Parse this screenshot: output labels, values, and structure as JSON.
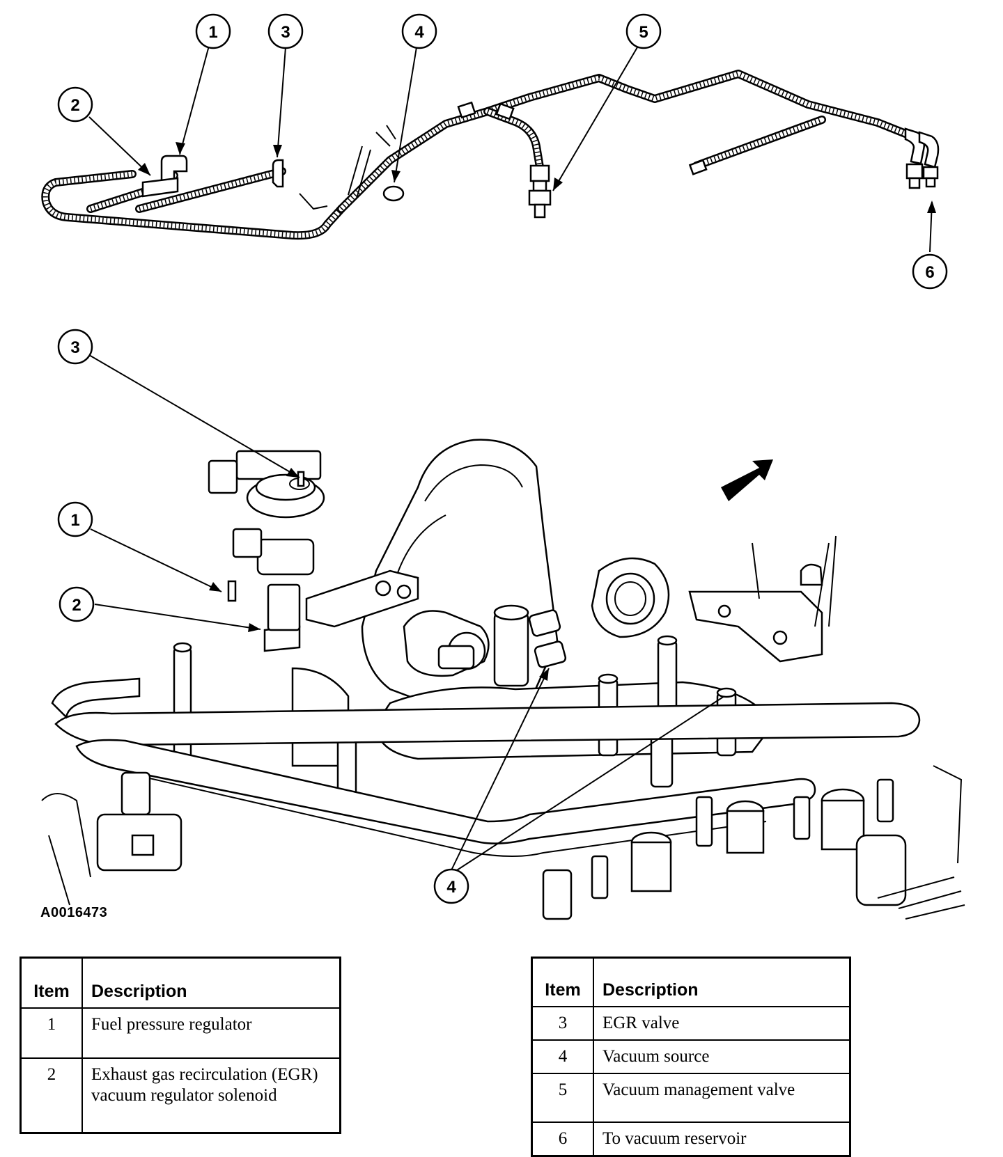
{
  "figure": {
    "id": "A0016473"
  },
  "callouts_top": [
    "1",
    "2",
    "3",
    "4",
    "5",
    "6"
  ],
  "callouts_bottom": [
    "3",
    "1",
    "2",
    "4"
  ],
  "legend_left": {
    "header_item": "Item",
    "header_desc": "Description",
    "rows": [
      {
        "item": "1",
        "desc": "Fuel pressure regulator"
      },
      {
        "item": "2",
        "desc": "Exhaust gas recirculation (EGR) vacuum regulator solenoid"
      }
    ]
  },
  "legend_right": {
    "header_item": "Item",
    "header_desc": "Description",
    "rows": [
      {
        "item": "3",
        "desc": "EGR valve"
      },
      {
        "item": "4",
        "desc": "Vacuum source"
      },
      {
        "item": "5",
        "desc": "Vacuum management valve"
      },
      {
        "item": "6",
        "desc": "To vacuum reservoir"
      }
    ]
  },
  "colors": {
    "ink": "#000000",
    "paper": "#ffffff"
  }
}
